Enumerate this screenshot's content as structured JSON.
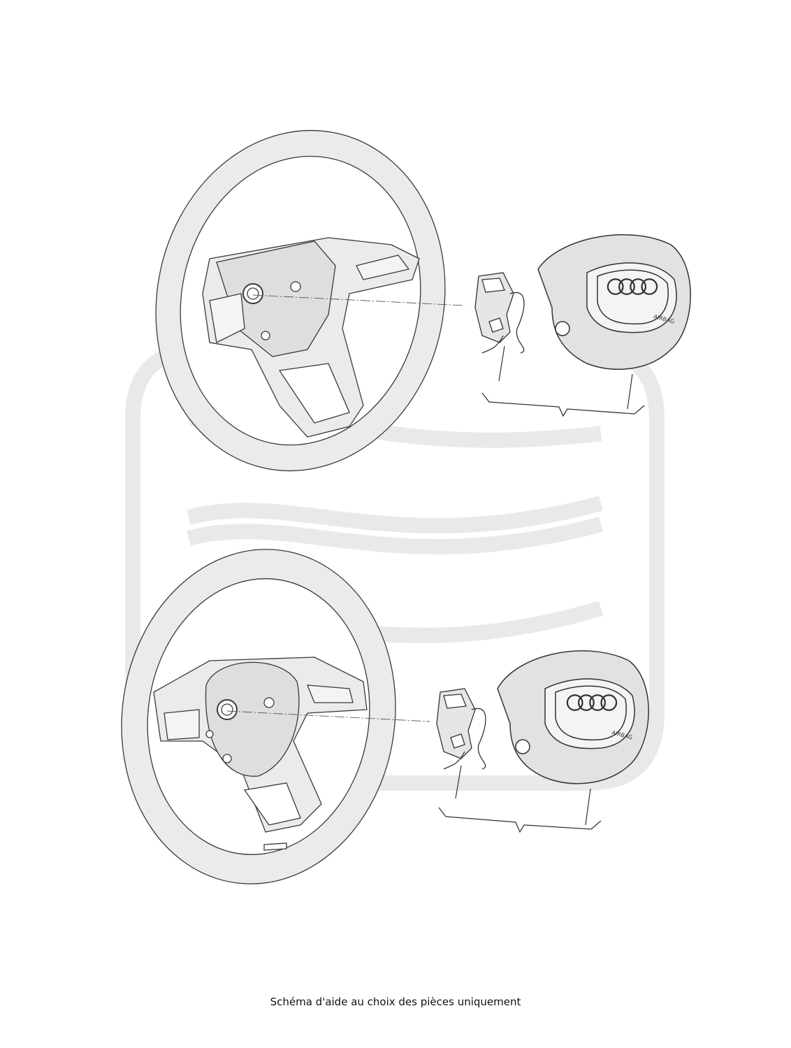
{
  "caption": "Schéma d'aide au choix des pièces uniquement",
  "airbag_label": "AIRBAG",
  "colors": {
    "line": "#3a3a3a",
    "wheel_fill": "#ebebeb",
    "airbag_fill": "#e2e2e2",
    "watermark": "#e9e9e9"
  },
  "icons": [
    "watermark-logo",
    "steering-wheel",
    "clock-spring",
    "airbag-module",
    "four-rings-logo"
  ]
}
